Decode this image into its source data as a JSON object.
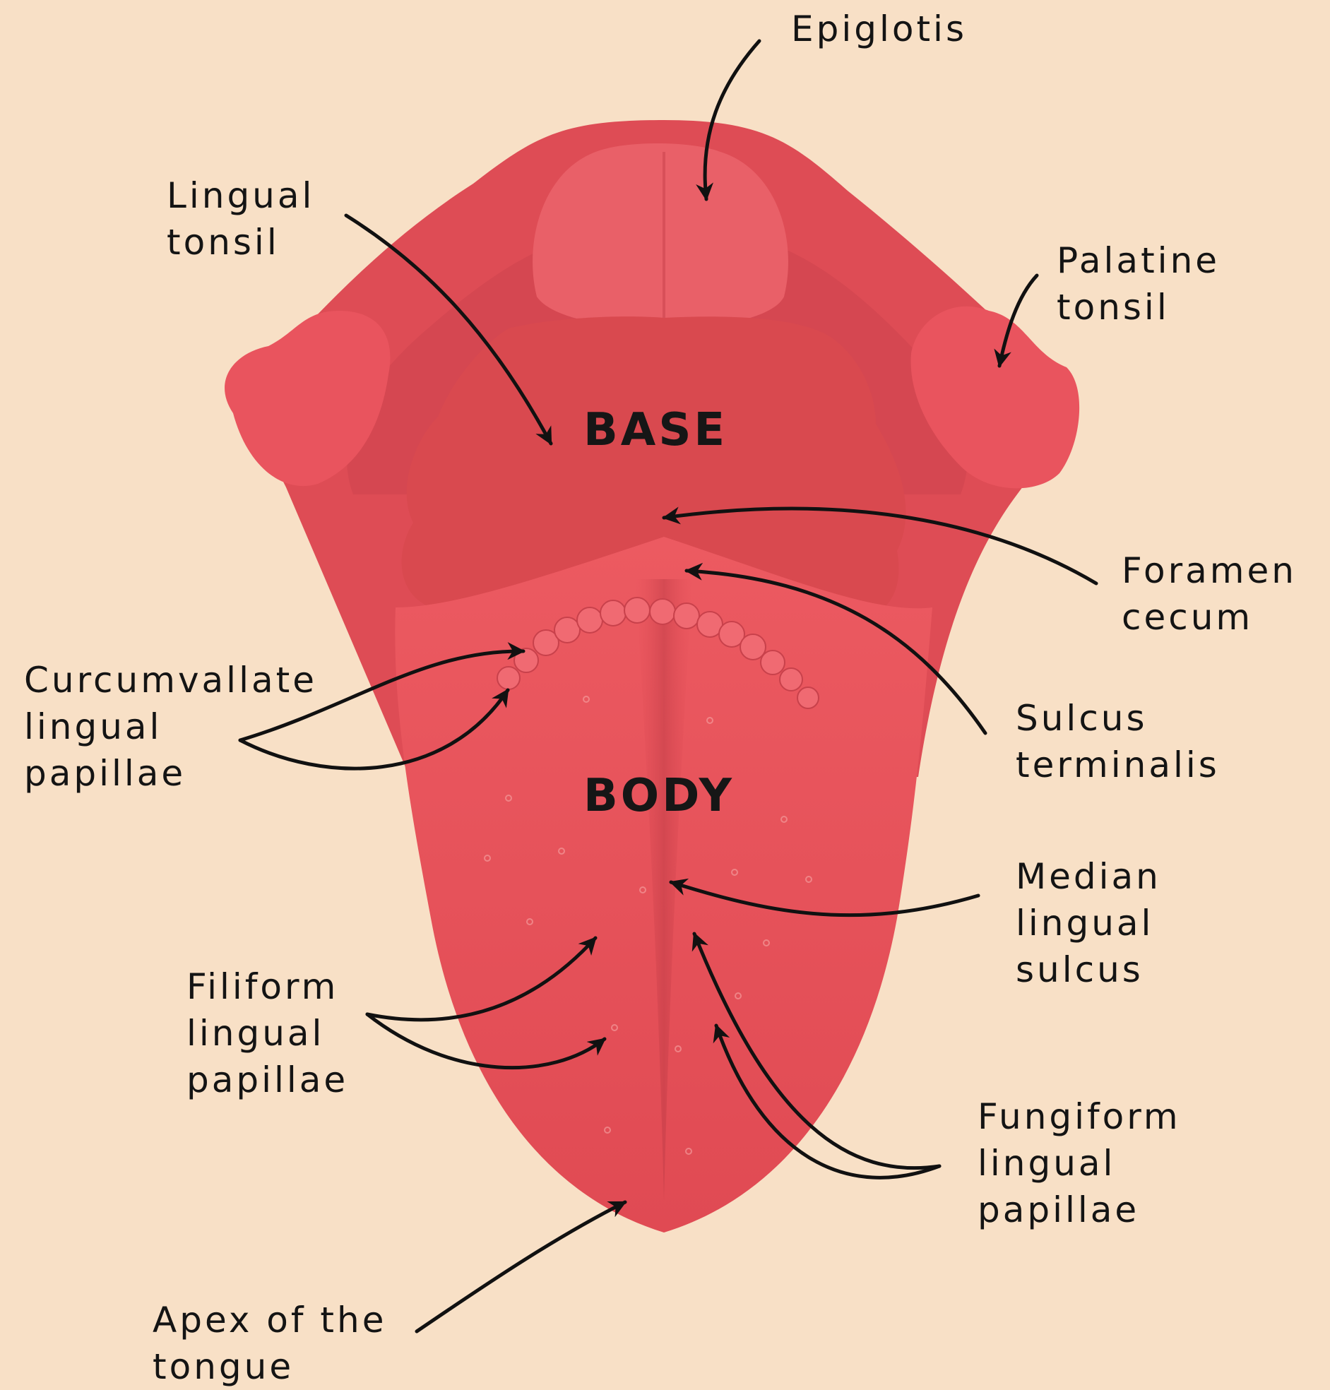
{
  "colors": {
    "background": "#f8e0c6",
    "tongue": "#e8555c",
    "tongue_dark": "#c9424b",
    "tongue_light": "#f07c7e",
    "text": "#141414",
    "arrow": "#111111"
  },
  "regions": {
    "base": "BASE",
    "body": "BODY"
  },
  "labels": {
    "epiglotis": [
      "Epiglotis"
    ],
    "lingual_tonsil": [
      "Lingual",
      "tonsil"
    ],
    "palatine_tonsil": [
      "Palatine",
      "tonsil"
    ],
    "foramen_cecum": [
      "Foramen",
      "cecum"
    ],
    "sulcus_terminalis": [
      "Sulcus",
      "terminalis"
    ],
    "circumvallate": [
      "Curcumvallate",
      "lingual",
      "papillae"
    ],
    "median_sulcus": [
      "Median",
      "lingual",
      "sulcus"
    ],
    "filiform": [
      "Filiform",
      "lingual",
      "papillae"
    ],
    "fungiform": [
      "Fungiform",
      "lingual",
      "papillae"
    ],
    "apex": [
      "Apex of the",
      "tongue"
    ]
  }
}
